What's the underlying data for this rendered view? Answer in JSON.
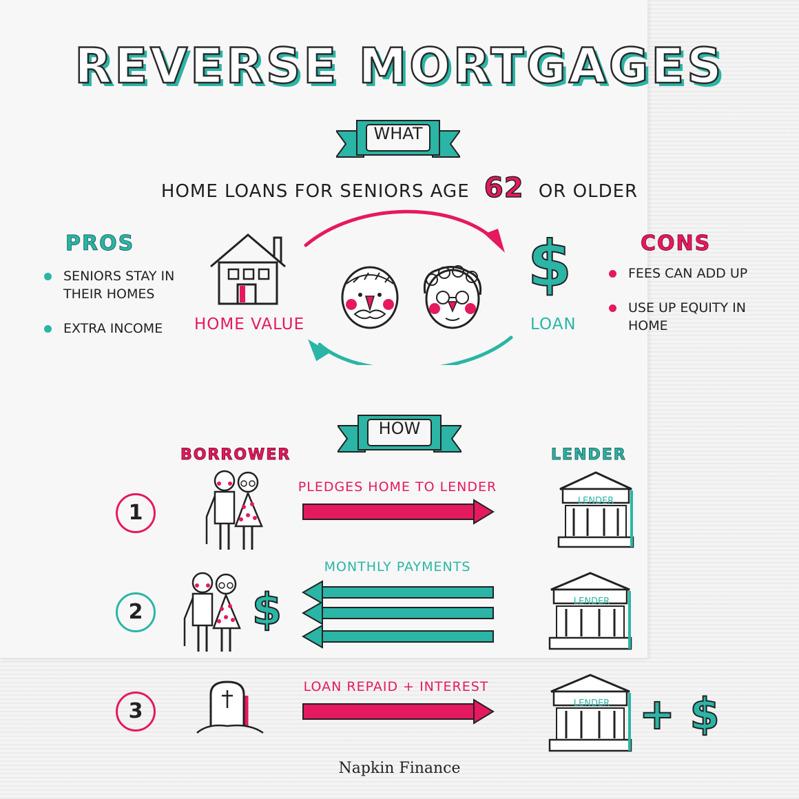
{
  "title": "REVERSE MORTGAGES",
  "what": {
    "banner": "WHAT",
    "subtitle_before": "HOME LOANS FOR SENIORS AGE",
    "age": "62",
    "subtitle_after": "OR OLDER"
  },
  "pros": {
    "heading": "PROS",
    "items": [
      "SENIORS STAY IN THEIR HOMES",
      "EXTRA INCOME"
    ]
  },
  "cons": {
    "heading": "CONS",
    "items": [
      "FEES CAN ADD UP",
      "USE UP EQUITY IN HOME"
    ]
  },
  "cycle": {
    "home_label": "HOME VALUE",
    "loan_label": "LOAN",
    "loan_symbol": "$"
  },
  "how": {
    "banner": "HOW",
    "borrower_heading": "BORROWER",
    "lender_heading": "LENDER",
    "bank_sign": "LENDER",
    "steps": [
      {
        "number": "1",
        "label": "PLEDGES HOME TO LENDER"
      },
      {
        "number": "2",
        "label": "MONTHLY PAYMENTS",
        "symbol": "$"
      },
      {
        "number": "3",
        "label": "LOAN REPAID + INTEREST",
        "result": "+ $"
      }
    ]
  },
  "brand": "Napkin Finance",
  "colors": {
    "teal": "#2bb5a6",
    "pink": "#e5195f",
    "ink": "#222222",
    "paper": "#f7f7f7"
  }
}
